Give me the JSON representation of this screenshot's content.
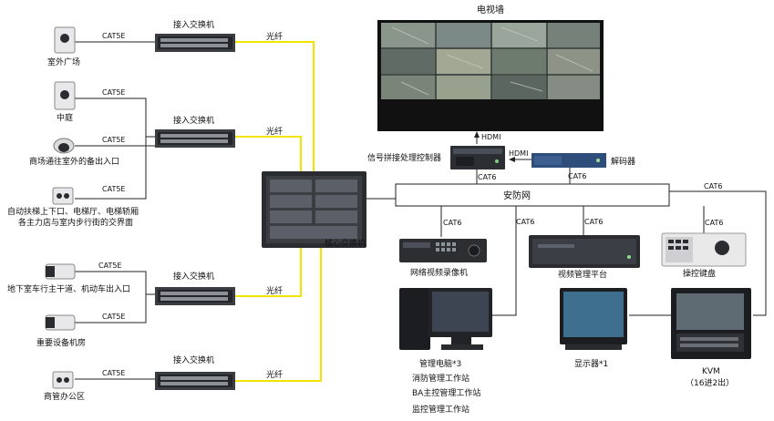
{
  "video_wall": {
    "title": "电视墙"
  },
  "hdmi": {
    "label1": "HDMI",
    "label2": "HDMI"
  },
  "cat6": {
    "label": "CAT6"
  },
  "cat5e": {
    "label": "CAT5E"
  },
  "fiber": {
    "label": "光纤"
  },
  "access_switch": {
    "label": "接入交换机"
  },
  "core_switch": {
    "label": "核心交换机"
  },
  "security_net": {
    "label": "安防网"
  },
  "splice_controller": {
    "label": "信号拼接处理控制器"
  },
  "decoder": {
    "label": "解码器"
  },
  "nvr": {
    "label": "网络视频录像机"
  },
  "vms": {
    "label": "视频管理平台"
  },
  "keyboard": {
    "label": "操控键盘"
  },
  "pc": {
    "label": "管理电脑*3",
    "ws1": "消防管理工作站",
    "ws2": "BA主控管理工作站",
    "ws3": "监控管理工作站"
  },
  "monitor": {
    "label": "显示器*1"
  },
  "kvm": {
    "label": "KVM",
    "sub": "（16进2出）"
  },
  "cameras": {
    "outdoor_square": "室外广场",
    "courtyard": "中庭",
    "mall_exit": "商场通往室外的备出入口",
    "escalator_1": "自动扶梯上下口、电梯厅、电梯轿厢",
    "escalator_2": "各主力店与室内步行街的交界面",
    "garage_1": "地下室车行主干道、机动车出入口",
    "equipment_room": "重要设备机房",
    "office": "商管办公区"
  }
}
